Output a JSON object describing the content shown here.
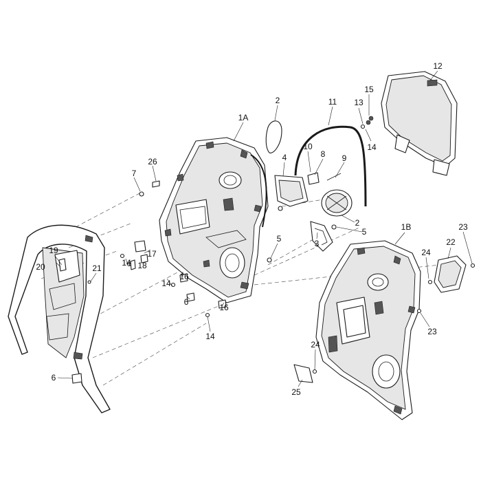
{
  "callouts": [
    {
      "id": "c-12",
      "label": "12"
    },
    {
      "id": "c-15",
      "label": "15"
    },
    {
      "id": "c-13",
      "label": "13"
    },
    {
      "id": "c-14a",
      "label": "14"
    },
    {
      "id": "c-11",
      "label": "11"
    },
    {
      "id": "c-2a",
      "label": "2"
    },
    {
      "id": "c-1A",
      "label": "1A"
    },
    {
      "id": "c-10",
      "label": "10"
    },
    {
      "id": "c-8",
      "label": "8"
    },
    {
      "id": "c-9",
      "label": "9"
    },
    {
      "id": "c-4",
      "label": "4"
    },
    {
      "id": "c-2b",
      "label": "2"
    },
    {
      "id": "c-5a",
      "label": "5"
    },
    {
      "id": "c-26",
      "label": "26"
    },
    {
      "id": "c-7",
      "label": "7"
    },
    {
      "id": "c-5b",
      "label": "5"
    },
    {
      "id": "c-3",
      "label": "3"
    },
    {
      "id": "c-1B",
      "label": "1B"
    },
    {
      "id": "c-23a",
      "label": "23"
    },
    {
      "id": "c-22",
      "label": "22"
    },
    {
      "id": "c-24a",
      "label": "24"
    },
    {
      "id": "c-23b",
      "label": "23"
    },
    {
      "id": "c-19",
      "label": "19"
    },
    {
      "id": "c-21",
      "label": "21"
    },
    {
      "id": "c-20",
      "label": "20"
    },
    {
      "id": "c-17",
      "label": "17"
    },
    {
      "id": "c-14b",
      "label": "14"
    },
    {
      "id": "c-18",
      "label": "18"
    },
    {
      "id": "c-14c",
      "label": "14"
    },
    {
      "id": "c-16a",
      "label": "16"
    },
    {
      "id": "c-6a",
      "label": "6"
    },
    {
      "id": "c-16b",
      "label": "16"
    },
    {
      "id": "c-14d",
      "label": "14"
    },
    {
      "id": "c-24b",
      "label": "24"
    },
    {
      "id": "c-25",
      "label": "25"
    },
    {
      "id": "c-6b",
      "label": "6"
    }
  ]
}
